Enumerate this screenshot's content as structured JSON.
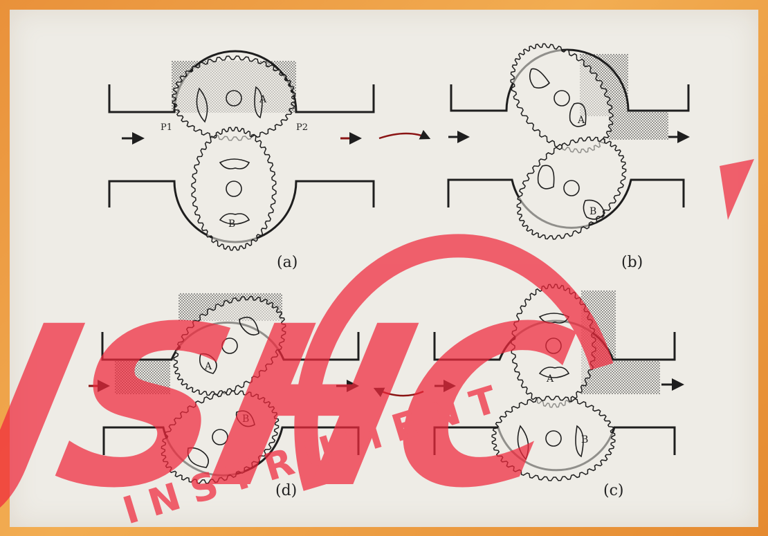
{
  "panels": [
    {
      "id": "a",
      "label": "(a)",
      "gear_top_label": "A",
      "gear_bottom_label": "B"
    },
    {
      "id": "b",
      "label": "(b)",
      "gear_top_label": "A",
      "gear_bottom_label": "B"
    },
    {
      "id": "d",
      "label": "(d)",
      "gear_top_label": "A",
      "gear_bottom_label": "B"
    },
    {
      "id": "c",
      "label": "(c)",
      "gear_top_label": "A",
      "gear_bottom_label": "B"
    }
  ],
  "port_labels": {
    "inlet": "P1",
    "outlet": "P2"
  },
  "watermark": {
    "logo": "JSHC",
    "name": "INSTRUMENT",
    "color": "#f0283c"
  },
  "colors": {
    "ink": "#1e1e1e",
    "paper": "#eeece6",
    "flow_arrow": "#8a1414"
  }
}
